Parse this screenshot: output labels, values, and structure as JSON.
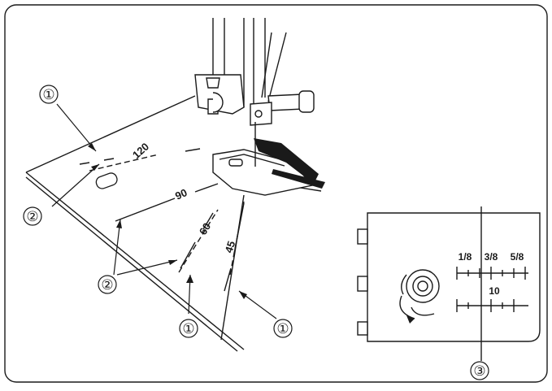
{
  "callouts": {
    "top_left": "①",
    "left_upper": "②",
    "left_lower": "②",
    "bottom_mid": "①",
    "bottom_right": "①",
    "scale_bottom": "③"
  },
  "plate_angles": [
    "120",
    "90",
    "60",
    "45"
  ],
  "needle_plate_scale": {
    "fractions": [
      "1/8",
      "3/8",
      "5/8"
    ],
    "mm": "10"
  },
  "colors": {
    "line": "#1a1a1a",
    "background": "#ffffff"
  }
}
